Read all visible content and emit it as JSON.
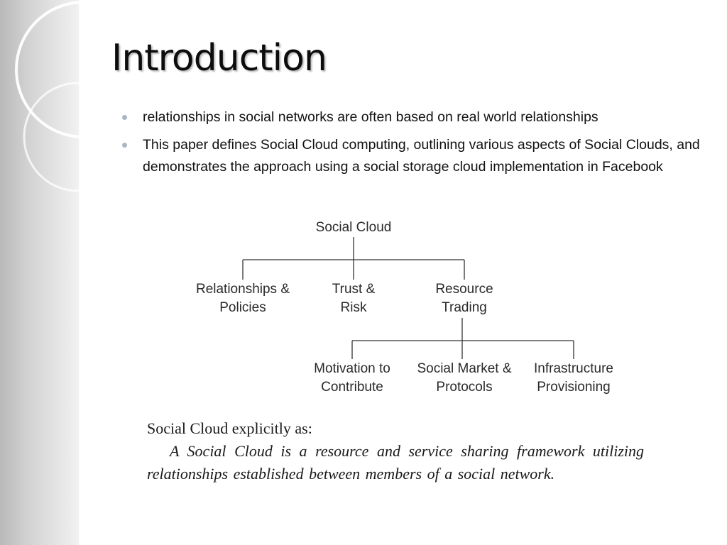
{
  "slide": {
    "title": "Introduction",
    "bullets": [
      "relationships in social networks are often based on real world relationships",
      "This paper defines Social Cloud computing, outlining various aspects of Social Clouds, and demonstrates the approach using a social storage cloud implementation in Facebook"
    ]
  },
  "diagram": {
    "root": "Social Cloud",
    "children": [
      {
        "label": "Relationships & Policies"
      },
      {
        "label": "Trust & Risk"
      },
      {
        "label": "Resource Trading"
      }
    ],
    "grandchildren": [
      {
        "label": "Motivation to Contribute"
      },
      {
        "label": "Social Market & Protocols"
      },
      {
        "label": "Infrastructure Provisioning"
      }
    ]
  },
  "definition": {
    "heading": "Social Cloud explicitly as:",
    "body": "A Social Cloud is a resource and service sharing framework utilizing relationships established between members of a social network."
  }
}
